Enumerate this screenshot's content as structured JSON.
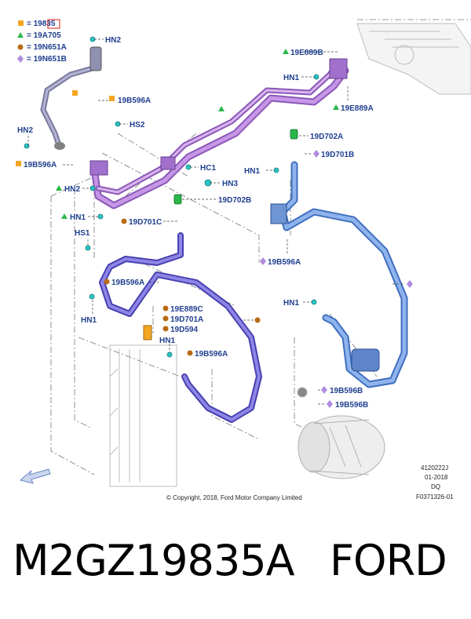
{
  "legend": {
    "items": [
      {
        "shape": "square",
        "color": "#f5a623",
        "text": "= 19835"
      },
      {
        "shape": "triangle",
        "color": "#29b84a",
        "text": "= 19A705"
      },
      {
        "shape": "circle",
        "color": "#b86b14",
        "text": "= 19N651A"
      },
      {
        "shape": "diamond",
        "color": "#b08be0",
        "text": "= 19N651B"
      }
    ]
  },
  "labels": {
    "hn2_top": "HN2",
    "l_19b596a_1": "19B596A",
    "hs2": "HS2",
    "hn2_left": "HN2",
    "l_19b596a_left": "19B596A",
    "hc1": "HC1",
    "hn3": "HN3",
    "hn2_mid": "HN2",
    "hn1_mid": "HN1",
    "l_19d702b": "19D702B",
    "l_19d701c": "19D701C",
    "hs1": "HS1",
    "l_19e889b": "19E889B",
    "hn1_top": "HN1",
    "l_19e889a": "19E889A",
    "l_19d702a": "19D702A",
    "l_19d701b": "19D701B",
    "hn1_right": "HN1",
    "l_19b596a_right": "19B596A",
    "l_19b596a_mid": "19B596A",
    "hn1_lower": "HN1",
    "l_19e889c": "19E889C",
    "l_19d701a": "19D701A",
    "l_19d594": "19D594",
    "hn1_low2": "HN1",
    "l_19b596a_low": "19B596A",
    "hn1_comp": "HN1",
    "l_19b596b_1": "19B596B",
    "l_19b596b_2": "19B596B"
  },
  "meta": {
    "copyright": "© Copyright, 2018, Ford Motor Company Limited",
    "code1": "4120222J",
    "date": "01-2018",
    "code2": "DQ",
    "code3": "F0371326-01"
  },
  "footer": {
    "part_number": "M2GZ19835A",
    "brand": "FORD"
  },
  "colors": {
    "label": "#1f3f8f",
    "purple_line": "#b57fd6",
    "blue_line": "#6b8fd6",
    "indigo_line": "#6a63d1",
    "cyan_clip": "#2bc4c4"
  }
}
